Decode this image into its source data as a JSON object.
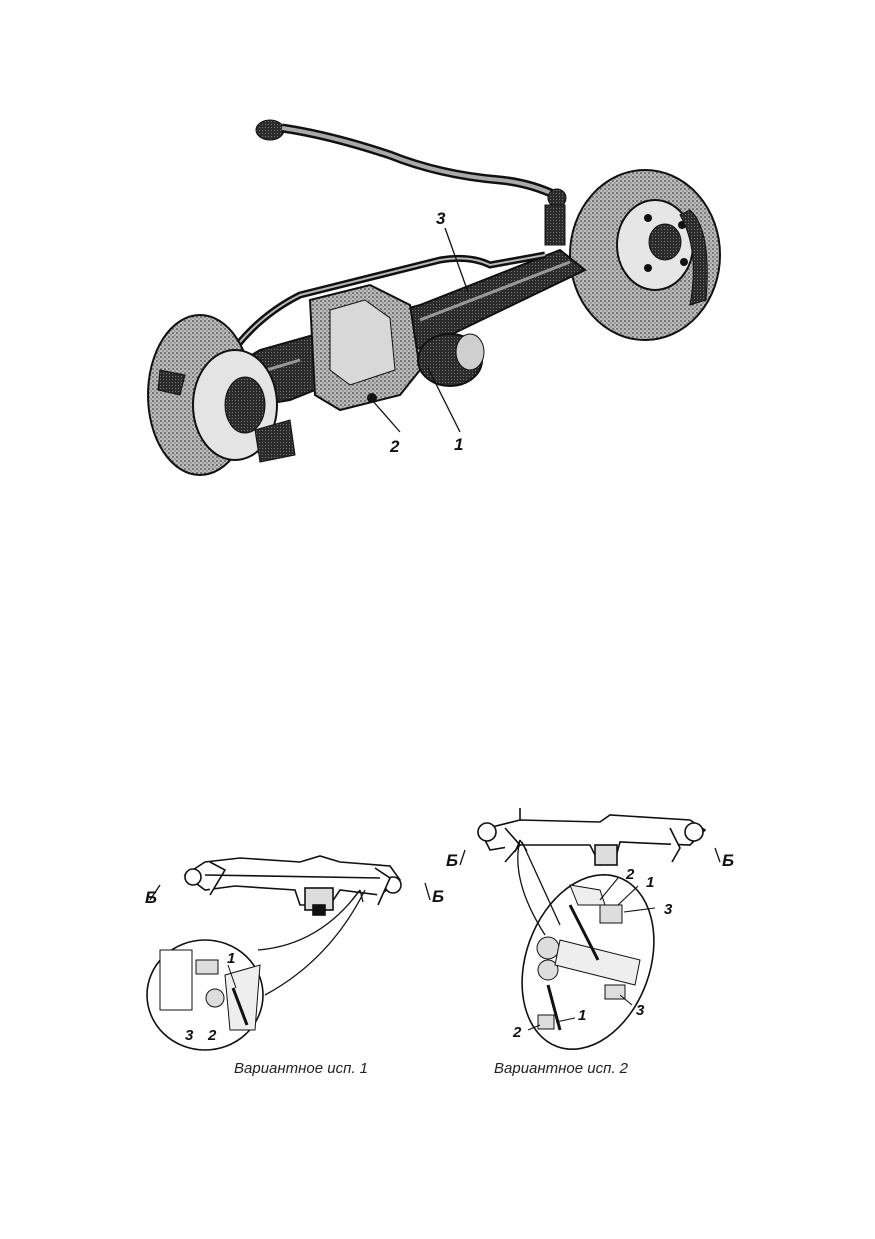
{
  "main_figure": {
    "callouts": [
      "3",
      "2",
      "1"
    ]
  },
  "variant1": {
    "caption": "Вариантное исп. 1",
    "section_mark": "Б",
    "callouts": [
      "1",
      "2",
      "3"
    ]
  },
  "variant2": {
    "caption": "Вариантное исп. 2",
    "section_mark": "Б",
    "callouts": [
      "2",
      "1",
      "3",
      "3",
      "2",
      "1"
    ]
  }
}
